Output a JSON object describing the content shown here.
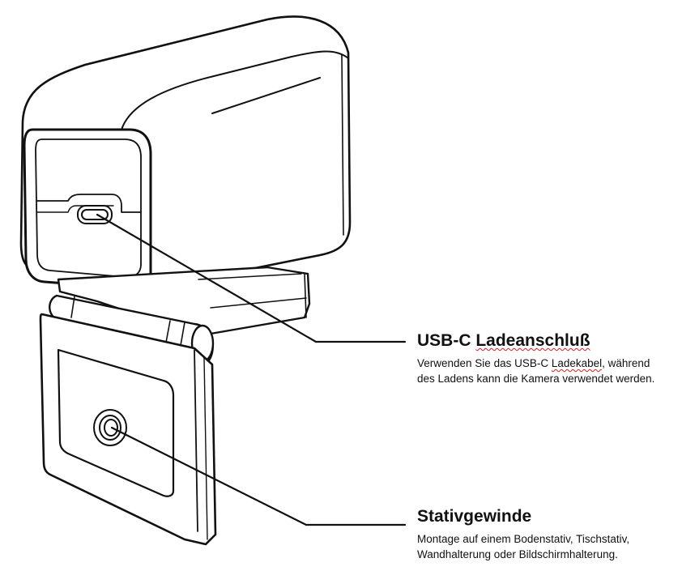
{
  "callouts": {
    "usb": {
      "title_prefix": "USB-C ",
      "title_flagged": "Ladeanschluß",
      "desc_line1_prefix": "Verwenden Sie das USB-C ",
      "desc_line1_flagged": "Ladekabel",
      "desc_line1_suffix": ", während",
      "desc_line2": "des Ladens kann die Kamera verwendet werden."
    },
    "tripod": {
      "title": "Stativgewinde",
      "desc_line1": "Montage auf einem Bodenstativ, Tischstativ,",
      "desc_line2": "Wandhalterung oder Bildschirmhalterung."
    }
  },
  "colors": {
    "line": "#111111",
    "spellcheck_underline": "#cc2222"
  },
  "icons": [
    "webcam-illustration",
    "usb-c-port-icon",
    "tripod-thread-icon"
  ]
}
